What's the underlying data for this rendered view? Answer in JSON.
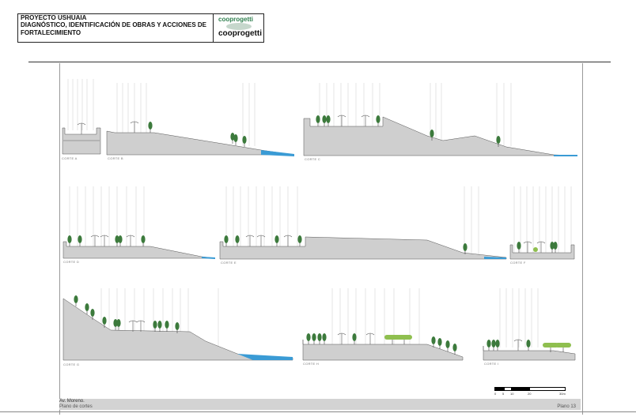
{
  "header": {
    "title_line1": "PROYECTO USHUAIA",
    "title_line2": "DIAGNÓSTICO, IDENTIFICACIÓN DE OBRAS Y ACCIONES DE",
    "title_line3": "FORTALECIMIENTO",
    "logo_top": "cooprogetti",
    "logo_bottom": "cooprogetti"
  },
  "sections": [
    {
      "label": "CORTE A"
    },
    {
      "label": "CORTE B"
    },
    {
      "label": "CORTE C"
    },
    {
      "label": "CORTE D"
    },
    {
      "label": "CORTE E"
    },
    {
      "label": "CORTE F"
    },
    {
      "label": "CORTE G"
    },
    {
      "label": "CORTE H"
    },
    {
      "label": "CORTE I"
    }
  ],
  "scale": {
    "marks": [
      "0",
      "5",
      "10",
      "20",
      "30m"
    ]
  },
  "footer": {
    "street": "Av. Moreno.",
    "subtitle": "Plano de cortes",
    "plate": "Plano 13"
  },
  "colors": {
    "water": "#3a9bd5",
    "ground": "#cfcfcf",
    "tree": "#3c7a3c",
    "canopy": "#8fbf4f"
  }
}
